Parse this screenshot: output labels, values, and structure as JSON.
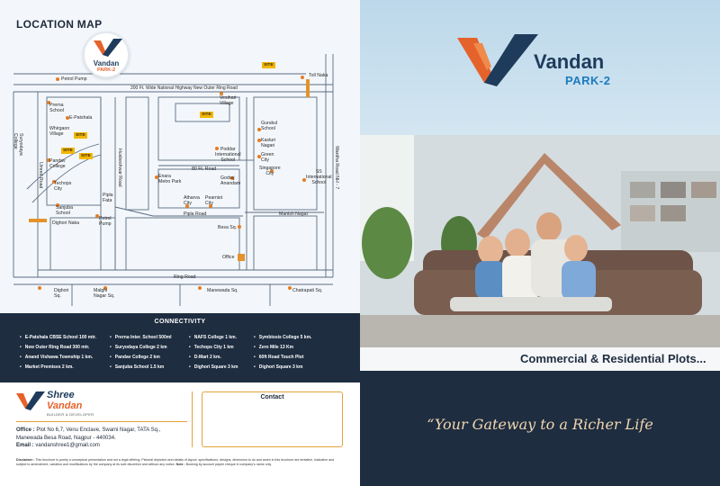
{
  "map": {
    "title": "LOCATION MAP",
    "logo_line1": "Vandan",
    "logo_line2": "PARK-2",
    "labels": {
      "petrol_pump_top": "Petrol Pump",
      "toll_naka": "Toll Naka",
      "highway": "200 Ft. Wide National Highway New Outer Ring Road",
      "prerna_school": "Prerna\nSchool",
      "e_patshala": "E-Patshala",
      "whirgaon_village": "Whirgaon\nVillage",
      "suryodaya_college": "Suryodaya\nCollege",
      "pandav_college": "Pandav\nCollege",
      "techops_city": "Techops\nCity",
      "sanjuba_school": "Sanjuba\nSchool",
      "dighori_naka": "Dighori Naka",
      "umred_road": "Umred Road",
      "petrol_pump_mid": "Petrol\nPump",
      "pipla_fata": "Pipla\nFata",
      "husbeshwar_road": "Husbeshwar Road",
      "vesihari_village": "Vesihari\nVillage",
      "poddar_school": "Poddar\nInternational\nSchool",
      "enara_metro": "Enara\nMetro Park",
      "ft80_road": "80 Ft. Road",
      "godrej_anandam": "Godrej\nAnandam",
      "atharva_city": "Atharva\nCity",
      "pearnist_city": "Pearnist\nCity",
      "pipla_road": "Pipla Road",
      "gurukul_school": "Gurukul\nSchool",
      "kasturi_nagari": "Kasturi\nNagari",
      "green_city": "Green\nCity",
      "singapore_city": "Singapore\nCity",
      "ss_school": "SS\nInternational\nSchool",
      "wardha_road": "Wardha Road NH - 7",
      "manish_nagar": "Manish Nagar",
      "besa_sq": "Besa Sq.",
      "office": "Office",
      "ring_road": "Ring Road",
      "dighori_sq": "Dighori\nSq.",
      "malghi_nagar_sq": "Malghi\nNagar Sq.",
      "manewada_sq": "Manewada Sq.",
      "chatrapati_sq": "Chatrapati Sq."
    },
    "site_label": "SITE"
  },
  "connectivity": {
    "title": "CONNECTIVITY",
    "col1": [
      "E-Patshala CBSE School 100 mtr.",
      "New Outer Ring Road 300 mtr.",
      "Anand Vishawa Township 1 km.",
      "Market Premises  2 km."
    ],
    "col2": [
      "Prerna Inter. School 500ml",
      "Suryodaya College 2 km",
      "Pandav College 2 km",
      "Sanjuba School 1.5 km"
    ],
    "col3": [
      "NAFS College 1 km.",
      "Techops City  1 km",
      "D-Mart 2 km.",
      "Dighori  Square 3 km"
    ],
    "col4": [
      "Symbiosis College 5 km.",
      "Zero Mile 13 Km",
      "60ft Road Touch Plot",
      "Dighori  Square 3 km"
    ]
  },
  "company": {
    "name1": "Shree",
    "name2": "Vandan",
    "sub": "BUILDER & DEVELOPER",
    "office_label": "Office :",
    "office_line1": "Plot No 6,7, Venu Enclave, Swami Nagar, TATA Sq.,",
    "office_line2": "Manewada Besa Road, Nagpur - 440034.",
    "email_label": "Email :",
    "email": "vandanshree1@gmail.com",
    "contact_title": "Contact",
    "disclaimer_label": "Disclaimer :",
    "disclaimer_text": "This brochure is purely a conceptual presentation and not a legal offering. Pictorial depiction and details of layout, specifications, designs, dimension to do and amen in this brochure are tentative, indicative and subject to amendment, variation and modifications by the company at its sole discretion and without any notice.",
    "note_label": "Note :",
    "note_text": "Booking by account payee cheque in company's name only."
  },
  "brand": {
    "name": "Vandan",
    "sub": "PARK-2",
    "tagline": "Commercial & Residential Plots...",
    "slogan": "“Your Gateway to a Richer Life"
  },
  "colors": {
    "navy": "#1e2d40",
    "orange": "#e5622a",
    "blue": "#1a7bbf",
    "site_yellow": "#f2b705"
  }
}
